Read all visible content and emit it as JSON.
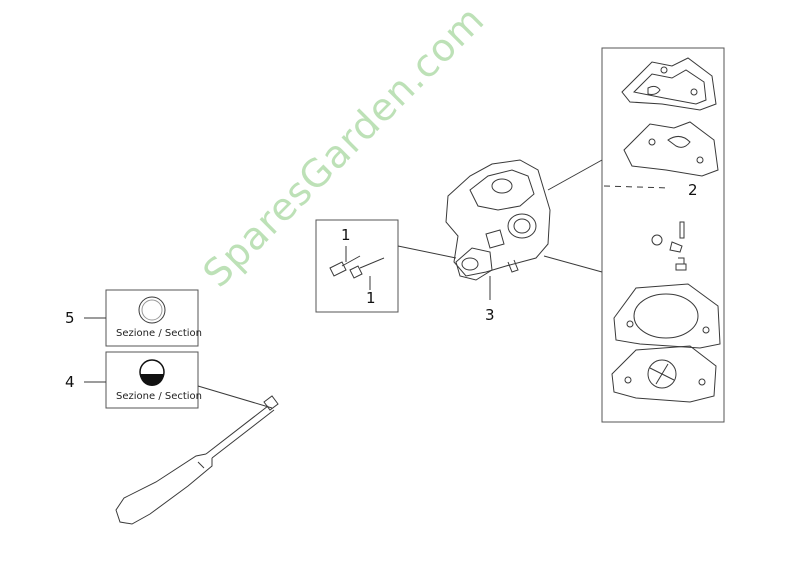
{
  "callouts": {
    "part_1_upper": "1",
    "part_1_lower": "1",
    "part_2": "2",
    "part_3": "3",
    "part_4": "4",
    "part_5": "5"
  },
  "section_boxes": {
    "section_5_label": "Sezione / Section",
    "section_4_label": "Sezione / Section"
  },
  "watermark": {
    "text": "SparesGarden.com"
  },
  "colors": {
    "line": "#3a3a3a",
    "box_border": "#555555",
    "watermark": "#a8d8a0"
  }
}
